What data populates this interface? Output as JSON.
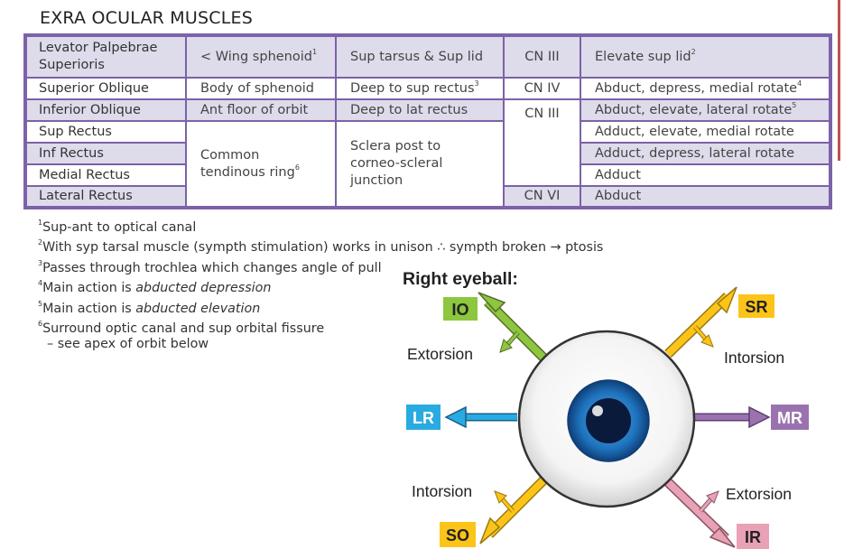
{
  "title": "EXRA OCULAR MUSCLES",
  "table": {
    "rows": [
      {
        "muscle_lines": [
          "Levator Palpebrae",
          "Superioris"
        ],
        "origin": "< Wing sphenoid",
        "origin_sup": "1",
        "insertion": "Sup tarsus & Sup lid",
        "insertion_sup": "",
        "nerve": "CN III",
        "action": "Elevate sup lid",
        "action_sup": "2"
      },
      {
        "muscle": "Superior Oblique",
        "origin": "Body of sphenoid",
        "insertion": "Deep to sup rectus",
        "insertion_sup": "3",
        "nerve": "CN IV",
        "action": "Abduct, depress, medial rotate",
        "action_sup": "4"
      },
      {
        "muscle": "Inferior Oblique",
        "origin": "Ant floor of orbit",
        "insertion": "Deep to lat rectus",
        "nerve": "CN III",
        "action": "Abduct, elevate, lateral rotate",
        "action_sup": "5"
      },
      {
        "muscle": "Sup Rectus",
        "action": "Adduct, elevate, medial rotate"
      },
      {
        "muscle": "Inf Rectus",
        "action": "Adduct, depress, lateral rotate"
      },
      {
        "muscle": "Medial Rectus",
        "action": "Adduct"
      },
      {
        "muscle": "Lateral Rectus",
        "nerve": "CN VI",
        "action": "Abduct"
      }
    ],
    "shared_origin_lines": [
      "Common",
      "tendinous ring"
    ],
    "shared_origin_sup": "6",
    "shared_insertion_lines": [
      "Sclera post to",
      "corneo-scleral",
      "junction"
    ]
  },
  "footnotes": [
    {
      "num": "1",
      "text": "Sup-ant to optical canal"
    },
    {
      "num": "2",
      "text": "With syp tarsal muscle (sympth stimulation) works in unison ∴  sympth broken → ptosis"
    },
    {
      "num": "3",
      "text": "Passes through trochlea which changes angle of pull"
    },
    {
      "num": "4",
      "text": "Main action is ",
      "em": "abducted depression"
    },
    {
      "num": "5",
      "text": "Main action is ",
      "em": "abducted elevation"
    },
    {
      "num": "6",
      "text": "Surround optic canal and sup orbital fissure"
    },
    {
      "num": "",
      "text": "– see apex of orbit below"
    }
  ],
  "diagram": {
    "title": "Right eyeball:",
    "labels": {
      "io": "IO",
      "sr": "SR",
      "lr": "LR",
      "mr": "MR",
      "so": "SO",
      "ir": "IR"
    },
    "torsion": {
      "top_left": "Extorsion",
      "top_right": "Intorsion",
      "bottom_left": "Intorsion",
      "bottom_right": "Extorsion"
    },
    "colors": {
      "io": "#8dc63f",
      "sr": "#fcc419",
      "lr": "#29abe2",
      "mr": "#9b72b0",
      "so": "#fcc419",
      "ir": "#e8a1b5",
      "iris": "#1e73be",
      "pupil": "#0a1a3a"
    }
  }
}
